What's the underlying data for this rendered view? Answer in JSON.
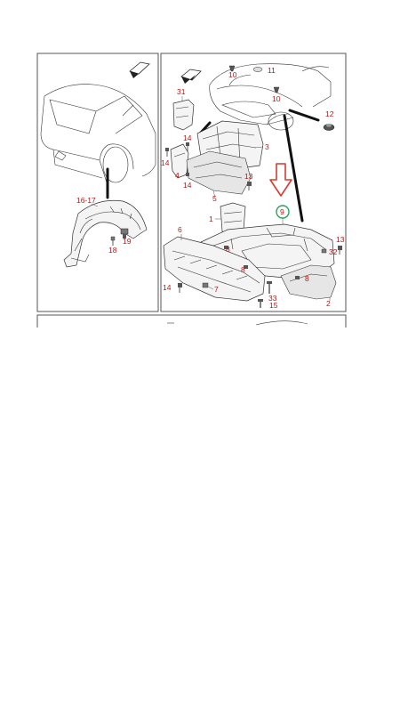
{
  "colors": {
    "label": "#b21a1a",
    "arrow": "#d93a2b",
    "highlight_circle": "#2aa35a",
    "line": "#333333"
  },
  "icons": {
    "front_arrow": "front-direction-arrow-icon",
    "highlight": "circle-highlight-icon"
  },
  "left_panel": {
    "labels": {
      "p16_17": "16-17",
      "p18": "18",
      "p19": "19"
    }
  },
  "right_panel": {
    "highlighted_part": "9",
    "labels": {
      "p1": "1",
      "p2": "2",
      "p3": "3",
      "p4": "4",
      "p5": "5",
      "p6": "6",
      "p7": "7",
      "p8a": "8",
      "p8b": "8",
      "p8c": "8",
      "p9": "9",
      "p10a": "10",
      "p10b": "10",
      "p11": "11",
      "p12": "12",
      "p13a": "13",
      "p13b": "13",
      "p14a": "14",
      "p14b": "14",
      "p14c": "14",
      "p14d": "14",
      "p15": "15",
      "p31": "31",
      "p32": "32",
      "p33": "33"
    }
  }
}
